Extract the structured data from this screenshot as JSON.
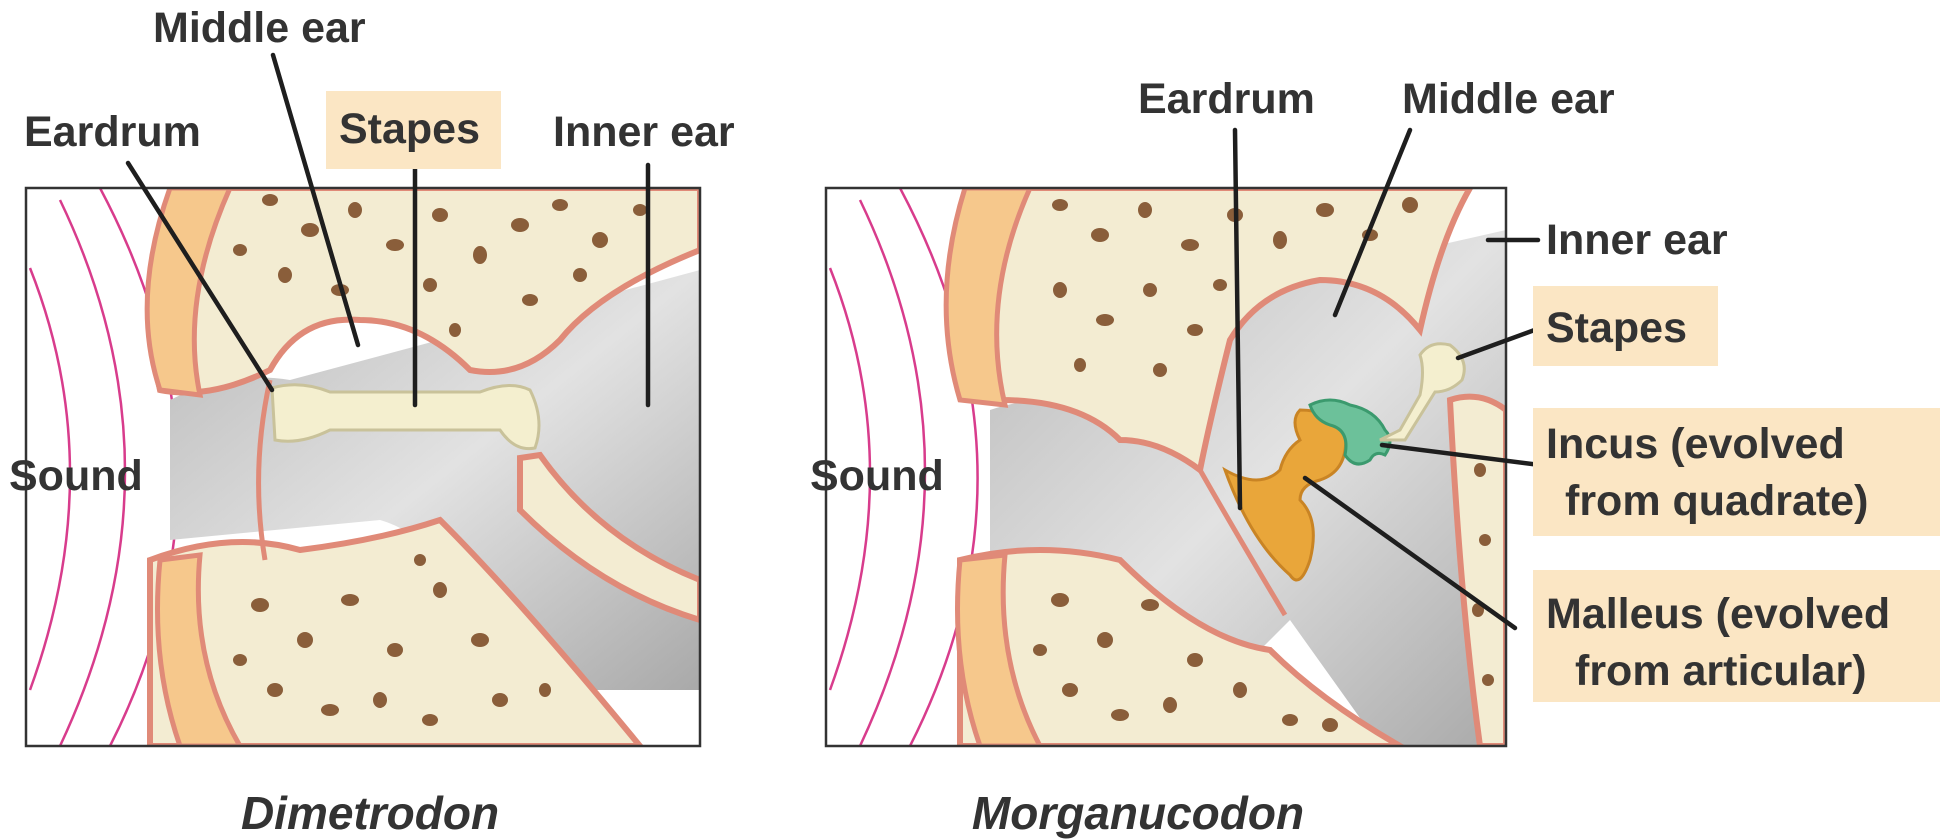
{
  "left_panel": {
    "caption": "Dimetrodon",
    "labels": {
      "middle_ear": "Middle ear",
      "eardrum": "Eardrum",
      "stapes": "Stapes",
      "inner_ear": "Inner ear",
      "sound": "Sound"
    }
  },
  "right_panel": {
    "caption": "Morganucodon",
    "labels": {
      "eardrum": "Eardrum",
      "middle_ear": "Middle ear",
      "inner_ear": "Inner ear",
      "stapes": "Stapes",
      "incus_line1": "Incus (evolved",
      "incus_line2": "from quadrate)",
      "malleus_line1": "Malleus (evolved",
      "malleus_line2": "from articular)",
      "sound": "Sound"
    }
  },
  "colors": {
    "bone": "#f3ecd2",
    "bone_edge": "#e08a78",
    "cavity": "#c9c9c9",
    "label_highlight": "#fbe6c4",
    "incus": "#6cc19a",
    "malleus": "#e9a63a",
    "stapes": "#f4efcf",
    "sound_wave": "#d83c8c"
  }
}
